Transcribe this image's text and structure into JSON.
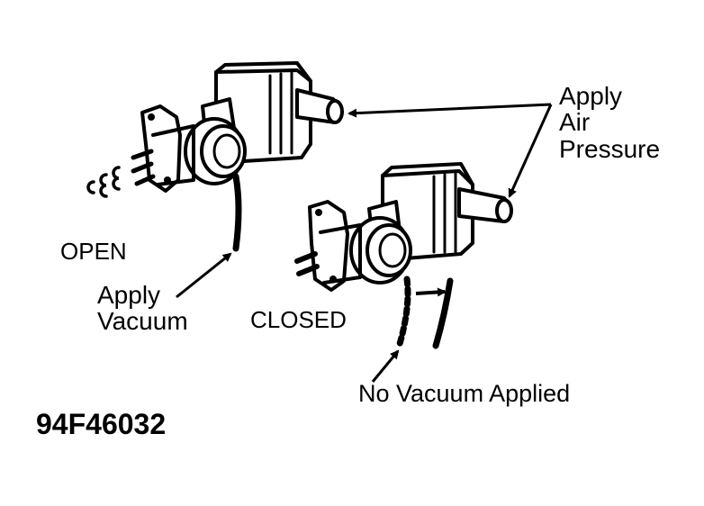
{
  "labels": {
    "apply_air_pressure": [
      "Apply",
      "Air",
      "Pressure"
    ],
    "open": "OPEN",
    "apply_vacuum": [
      "Apply",
      "Vacuum"
    ],
    "closed": "CLOSED",
    "no_vacuum_applied": "No Vacuum Applied",
    "figure_id": "94F46032"
  },
  "colors": {
    "ink": "#000000",
    "paper": "#ffffff"
  }
}
